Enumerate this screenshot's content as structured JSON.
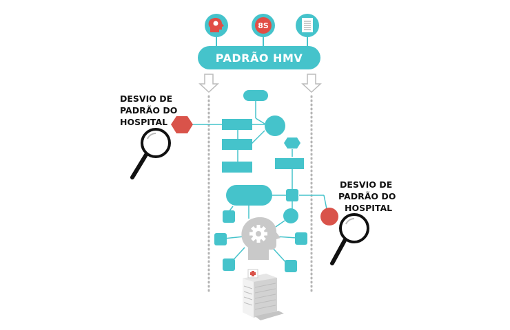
{
  "header": {
    "title": "PADRÃO HMV",
    "badge_text": "8S",
    "icons": [
      "head-gear-icon",
      "8s-badge-icon",
      "document-icon"
    ]
  },
  "deviation_left": {
    "lines": [
      "DESVIO DE",
      "PADRÃO DO",
      "HOSPITAL"
    ],
    "marker_icon": "hexagon-marker-icon",
    "magnifier_icon": "magnifier-icon"
  },
  "deviation_right": {
    "lines": [
      "DESVIO DE",
      "PADRÃO DO",
      "HOSPITAL"
    ],
    "marker_icon": "circle-marker-icon",
    "magnifier_icon": "magnifier-icon"
  },
  "footer": {
    "building_icon": "hospital-building-icon",
    "center_icon": "head-gear-icon"
  },
  "colors": {
    "teal": "#45c3cb",
    "red": "#d9534a",
    "gray": "#b4b4b4",
    "dark": "#1a1a1a"
  }
}
